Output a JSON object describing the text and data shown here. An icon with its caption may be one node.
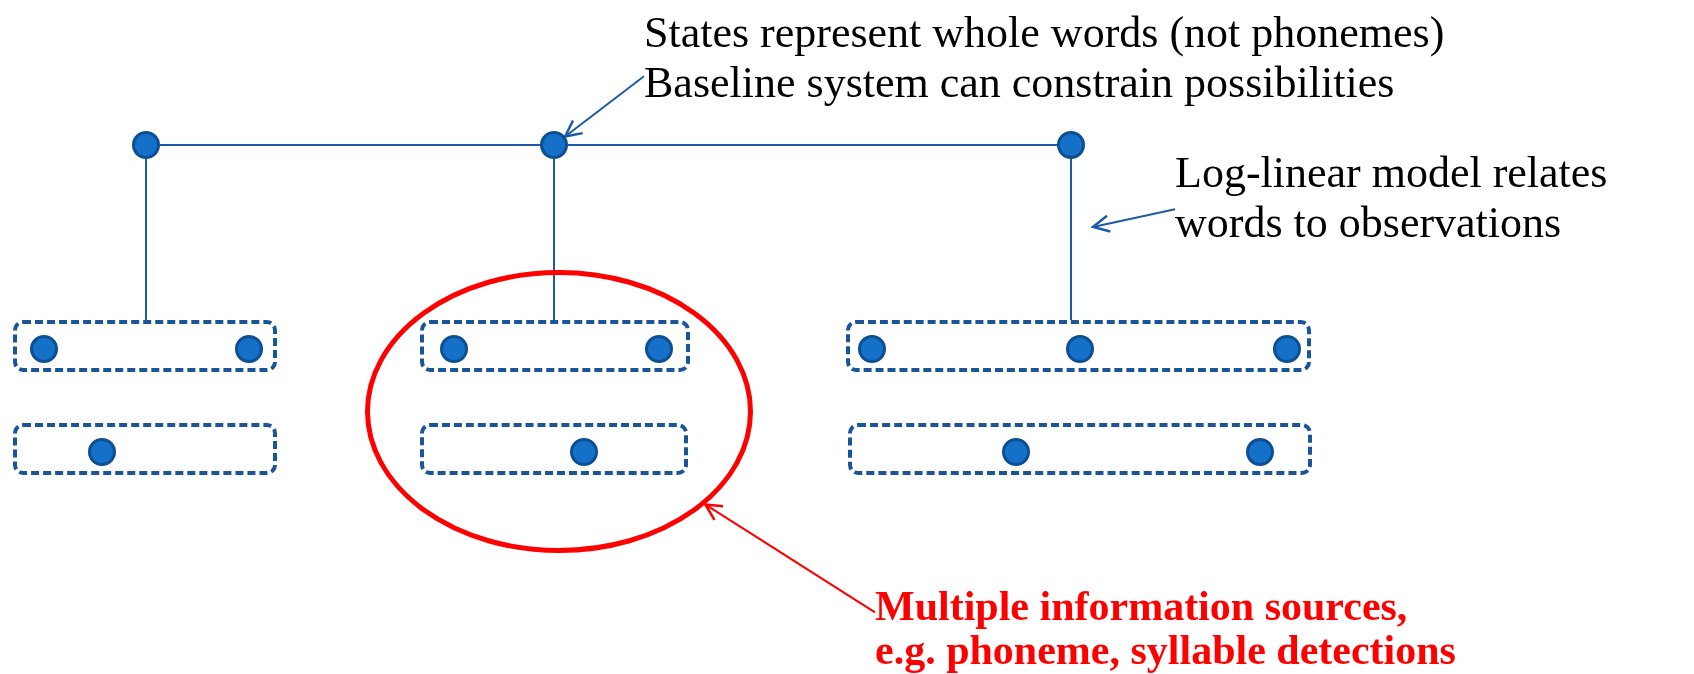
{
  "diagram": {
    "nodes": [
      {
        "text": [
          "States represent whole words (not phonemes)",
          "Baseline system can constrain possibilities"
        ]
      },
      {
        "text": [],
        "shape": "circle"
      },
      {
        "text": [],
        "shape": "circle"
      },
      {
        "text": [],
        "shape": "circle"
      },
      {
        "text": [
          "Log-linear model relates words to observations"
        ]
      },
      {
        "text": [],
        "shape": "box"
      },
      {
        "text": [],
        "shape": "circle",
        "in": 5
      },
      {
        "text": [],
        "shape": "circle",
        "in": 5
      },
      {
        "text": [],
        "shape": "ellipse"
      },
      {
        "text": [],
        "shape": "box",
        "in": 8
      },
      {
        "text": [],
        "shape": "circle",
        "in": 9
      },
      {
        "text": [],
        "shape": "circle",
        "in": 9
      },
      {
        "text": [],
        "shape": "box"
      },
      {
        "text": [],
        "shape": "circle",
        "in": 12
      },
      {
        "text": [],
        "shape": "circle",
        "in": 12
      },
      {
        "text": [],
        "shape": "circle",
        "in": 12
      },
      {
        "text": [],
        "shape": "box"
      },
      {
        "text": [],
        "shape": "circle",
        "in": 16
      },
      {
        "text": [],
        "shape": "box",
        "in": 8
      },
      {
        "text": [],
        "shape": "circle",
        "in": 18
      },
      {
        "text": [],
        "shape": "box"
      },
      {
        "text": [],
        "shape": "circle",
        "in": 20
      },
      {
        "text": [],
        "shape": "circle",
        "in": 20
      },
      {
        "text": [
          "Multiple information sources, e.g. phoneme, syllable detections"
        ]
      }
    ],
    "edges": [
      {
        "from": 0,
        "to": 2,
        "arrow": "to"
      },
      {
        "from": 1,
        "to": 2,
        "arrow": "none"
      },
      {
        "from": 2,
        "to": 3,
        "arrow": "none"
      },
      {
        "from": 1,
        "to": 5,
        "arrow": "none"
      },
      {
        "from": 2,
        "to": 9,
        "arrow": "none"
      },
      {
        "from": 3,
        "to": 12,
        "arrow": "none"
      },
      {
        "from": 4,
        "to": null,
        "arrow": "to"
      },
      {
        "from": 23,
        "to": 8,
        "arrow": "to",
        "color": "#ff0000"
      }
    ]
  }
}
